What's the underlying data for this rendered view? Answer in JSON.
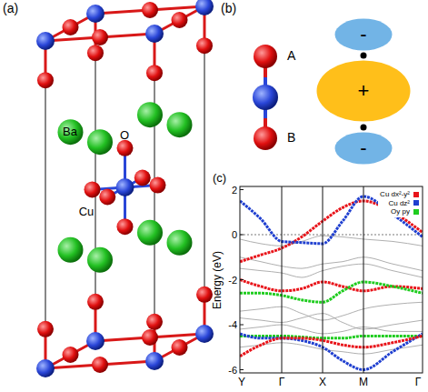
{
  "diagram": {
    "nodes": [
      {
        "text": [
          "-"
        ]
      },
      {
        "text": [
          "+"
        ]
      },
      {
        "text": [
          "-"
        ]
      }
    ],
    "labels": [
      "(a)",
      "O",
      "Ba",
      "Cu",
      "(b)",
      "A",
      "B",
      "(c)",
      "2",
      "0",
      "-2",
      "-4",
      "-6",
      "Energy (eV)",
      "Y",
      "Γ",
      "X",
      "M",
      "Γ"
    ],
    "legend": [
      {
        "text": "Cu dx²-y²",
        "color": "#e8141a"
      },
      {
        "text": "Cu dz²",
        "color": "#1f3fd0"
      },
      {
        "text": "Oy py",
        "color": "#1fcc1f"
      }
    ]
  }
}
